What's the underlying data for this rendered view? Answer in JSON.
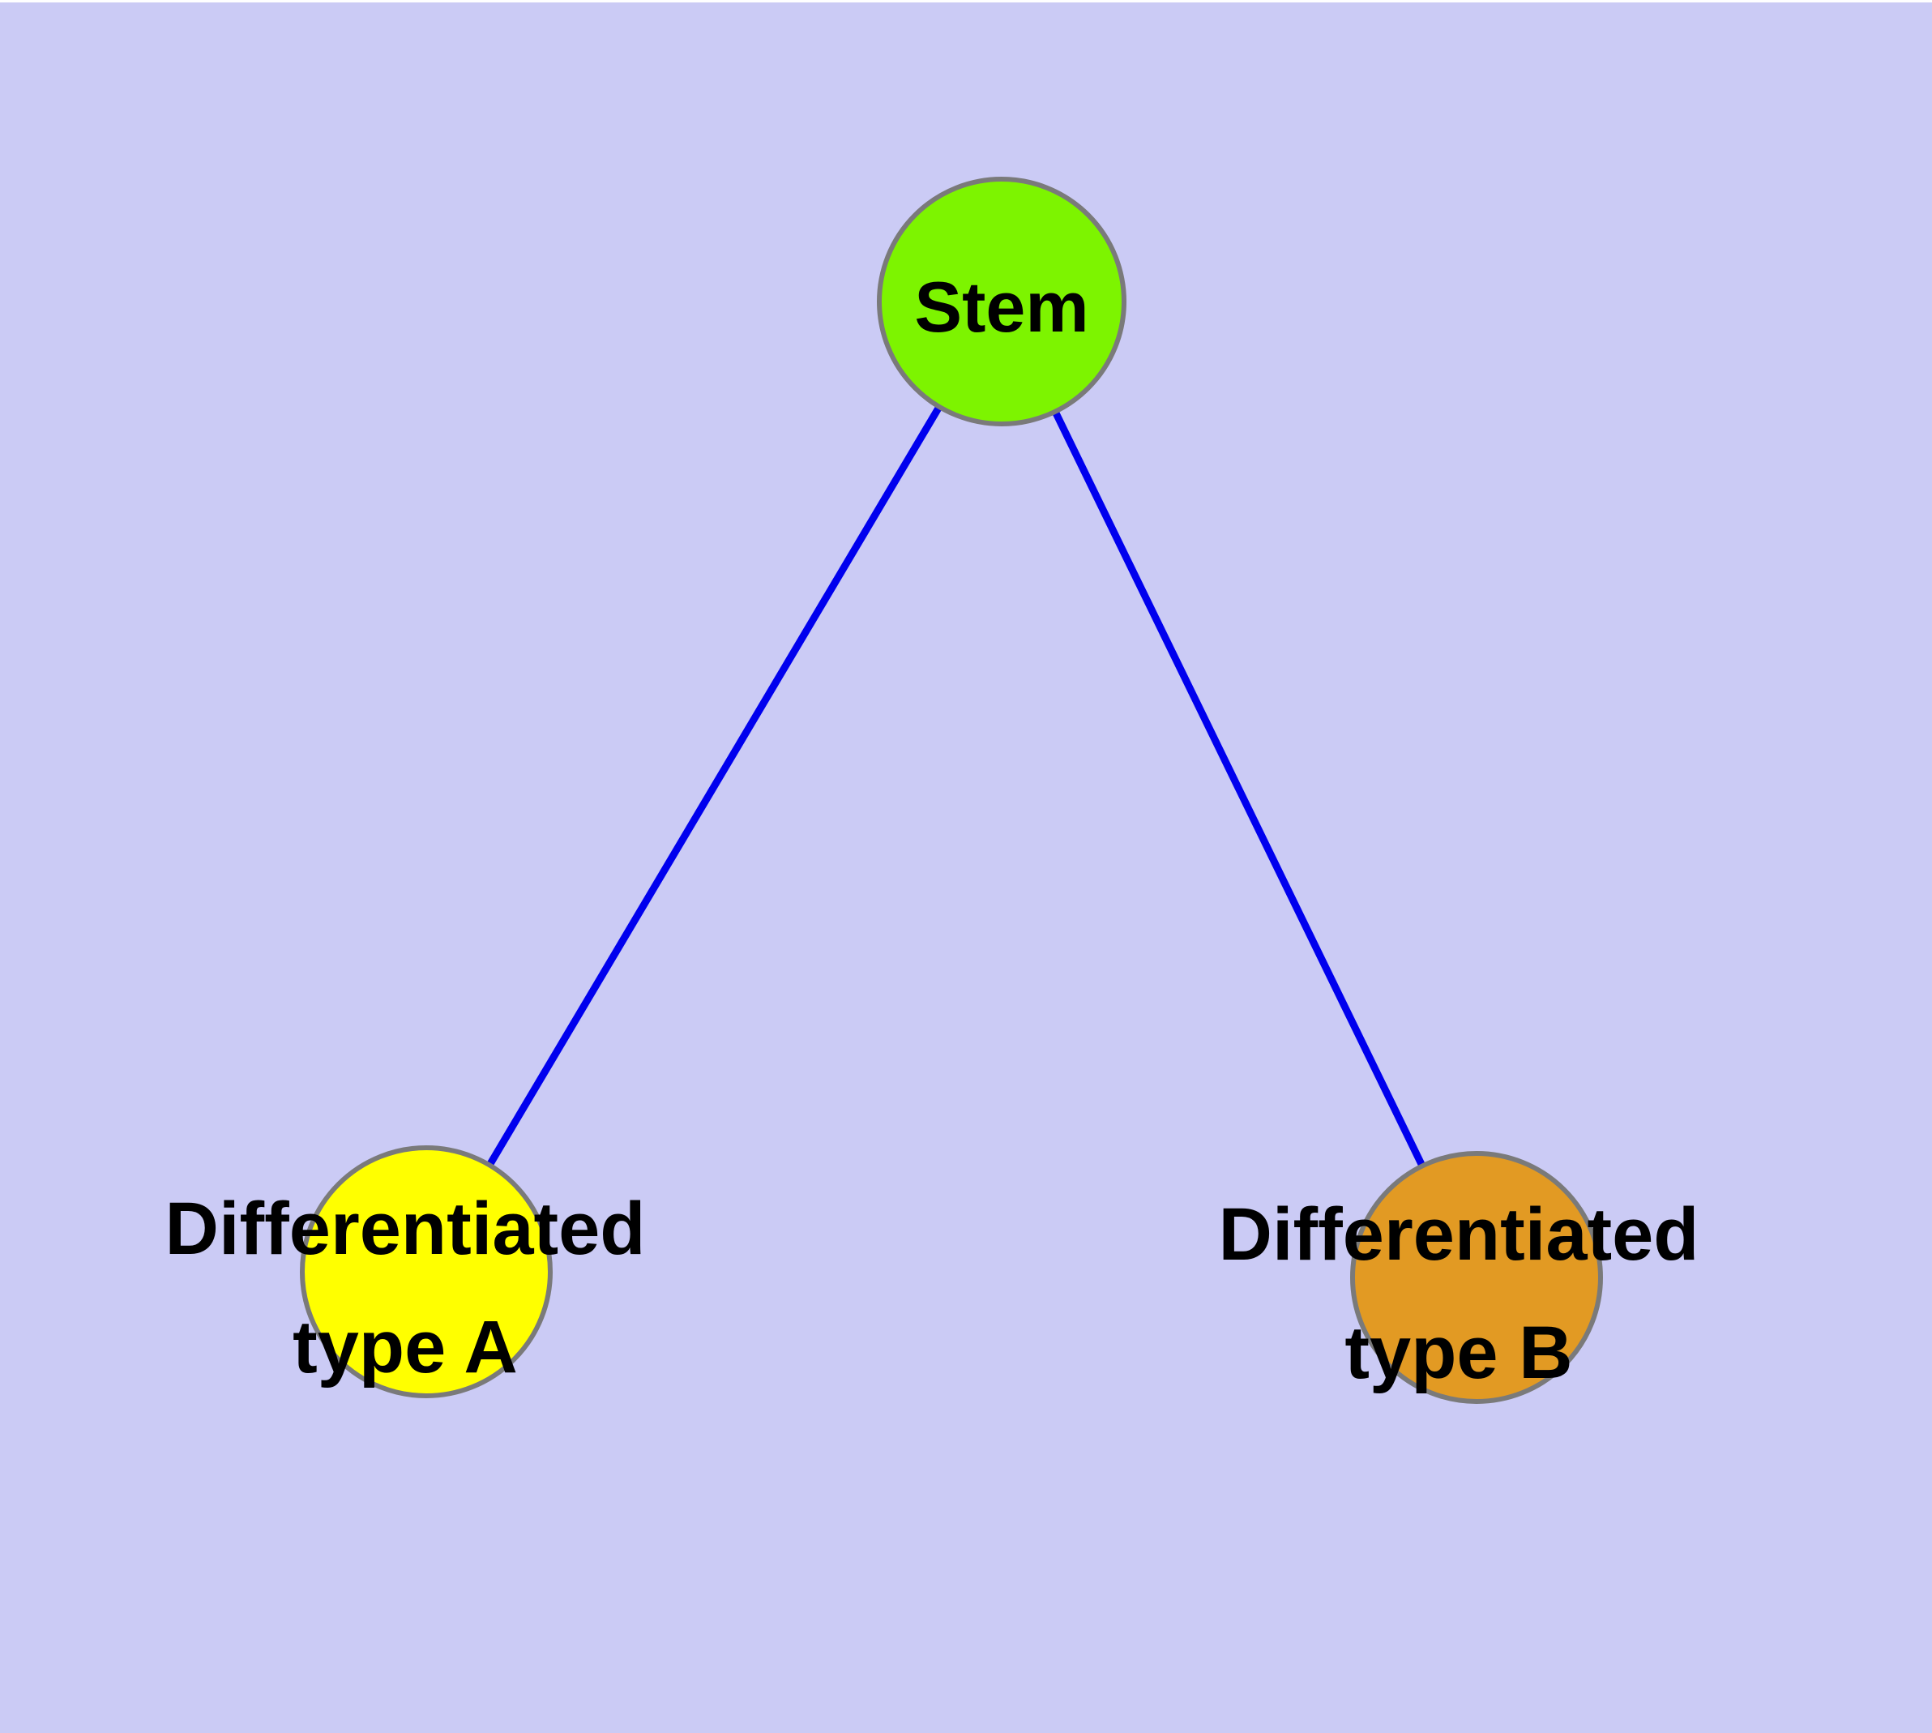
{
  "figure": {
    "background_color": "#cbcbf5",
    "top_edge_color": "#ffffff",
    "edge_color": "#0000ee",
    "node_border_color": "#7a7a7a",
    "label_color": "#000000",
    "nodes": [
      {
        "id": "stem",
        "label": "Stem",
        "line1": "Stem",
        "fill_color": "#7df400"
      },
      {
        "id": "differentiated-type-a",
        "label": "Differentiated type A",
        "line1": "Differentiated",
        "line2": "type A",
        "fill_color": "#ffff00"
      },
      {
        "id": "differentiated-type-b",
        "label": "Differentiated type B",
        "line1": "Differentiated",
        "line2": "type B",
        "fill_color": "#e29a23"
      }
    ],
    "edges": [
      {
        "from": "Stem",
        "to": "Differentiated type A"
      },
      {
        "from": "Stem",
        "to": "Differentiated type B"
      }
    ]
  }
}
